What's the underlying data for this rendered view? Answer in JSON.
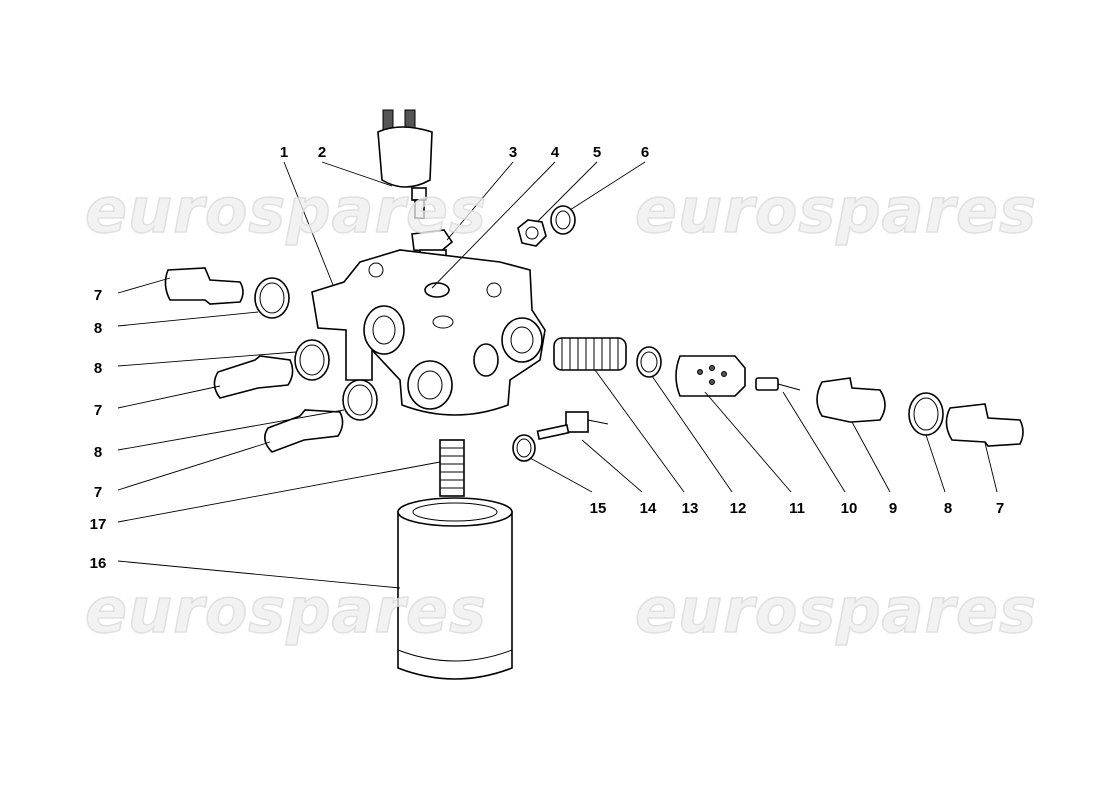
{
  "watermark": "eurospares",
  "callouts": [
    {
      "id": "1",
      "part": "filter-housing"
    },
    {
      "id": "2",
      "part": "pressure-sender"
    },
    {
      "id": "3",
      "part": "adapter-plug"
    },
    {
      "id": "4",
      "part": "sealing-washer"
    },
    {
      "id": "5",
      "part": "nut"
    },
    {
      "id": "6",
      "part": "washer"
    },
    {
      "id": "7",
      "part": "union-fitting"
    },
    {
      "id": "8",
      "part": "sealing-ring"
    },
    {
      "id": "8",
      "part": "sealing-ring"
    },
    {
      "id": "7",
      "part": "union-fitting"
    },
    {
      "id": "8",
      "part": "sealing-ring"
    },
    {
      "id": "7",
      "part": "union-fitting"
    },
    {
      "id": "17",
      "part": "threaded-stud"
    },
    {
      "id": "16",
      "part": "oil-filter"
    },
    {
      "id": "15",
      "part": "washer"
    },
    {
      "id": "14",
      "part": "temperature-sensor"
    },
    {
      "id": "13",
      "part": "spring"
    },
    {
      "id": "12",
      "part": "ring"
    },
    {
      "id": "11",
      "part": "valve-piston"
    },
    {
      "id": "10",
      "part": "thermostat-pin"
    },
    {
      "id": "9",
      "part": "union-fitting"
    },
    {
      "id": "8",
      "part": "sealing-ring"
    },
    {
      "id": "7",
      "part": "union-fitting"
    }
  ]
}
